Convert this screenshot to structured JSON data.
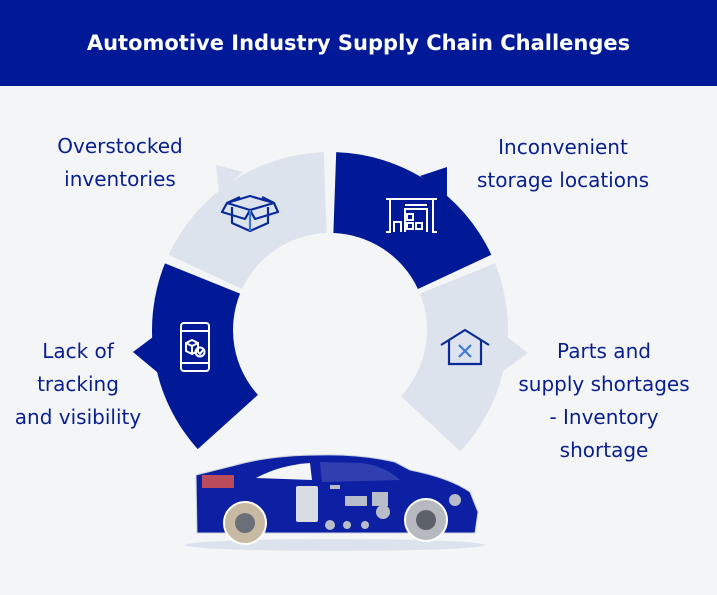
{
  "title": "Automotive Industry Supply Chain Challenges",
  "colors": {
    "dark": "#001996",
    "light": "#dde3ec",
    "background": "#f3f5f6",
    "text": "#0a1f8f"
  },
  "segments": [
    {
      "id": "overstocked",
      "lines": [
        "Overstocked",
        "inventories"
      ],
      "icon": "open-box-icon",
      "tone": "light"
    },
    {
      "id": "storage",
      "lines": [
        "Inconvenient",
        "storage locations"
      ],
      "icon": "warehouse-icon",
      "tone": "dark"
    },
    {
      "id": "shortages",
      "lines": [
        "Parts and",
        "supply shortages",
        "- Inventory",
        "shortage"
      ],
      "icon": "house-x-icon",
      "tone": "light"
    },
    {
      "id": "tracking",
      "lines": [
        "Lack of",
        "tracking",
        "and visibility"
      ],
      "icon": "phone-package-icon",
      "tone": "dark"
    }
  ]
}
